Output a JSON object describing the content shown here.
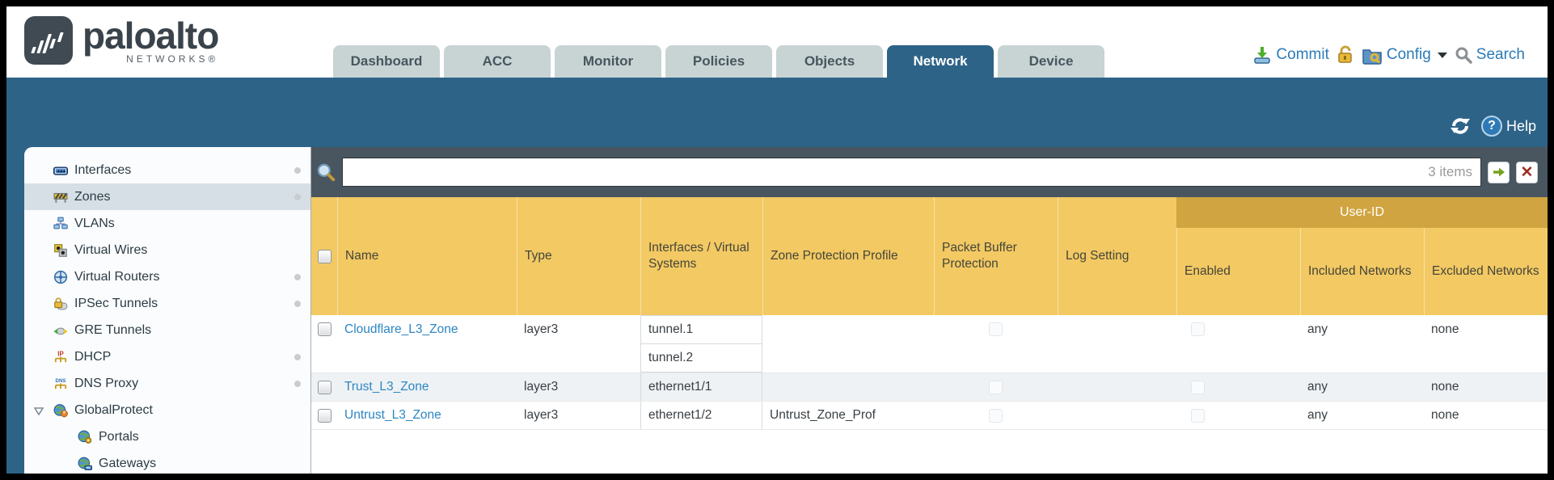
{
  "brand": {
    "name": "paloalto",
    "sub": "NETWORKS®"
  },
  "nav": {
    "tabs": [
      {
        "label": "Dashboard"
      },
      {
        "label": "ACC"
      },
      {
        "label": "Monitor"
      },
      {
        "label": "Policies"
      },
      {
        "label": "Objects"
      },
      {
        "label": "Network",
        "active": true
      },
      {
        "label": "Device"
      }
    ]
  },
  "top_actions": {
    "commit": {
      "label": "Commit",
      "icon": "commit-icon"
    },
    "lock": {
      "icon": "lock-icon"
    },
    "config": {
      "label": "Config",
      "icon": "config-icon"
    },
    "search": {
      "label": "Search",
      "icon": "search-icon"
    }
  },
  "band": {
    "help": "Help",
    "icons": [
      "refresh-icon",
      "help-icon"
    ]
  },
  "filter": {
    "value": "",
    "placeholder": "",
    "count": "3 items"
  },
  "sidebar": {
    "items": [
      {
        "label": "Interfaces",
        "icon": "interfaces-icon",
        "has_dot": true
      },
      {
        "label": "Zones",
        "icon": "zones-icon",
        "selected": true,
        "has_dot": true
      },
      {
        "label": "VLANs",
        "icon": "vlans-icon"
      },
      {
        "label": "Virtual Wires",
        "icon": "virtual-wires-icon"
      },
      {
        "label": "Virtual Routers",
        "icon": "virtual-routers-icon",
        "has_dot": true
      },
      {
        "label": "IPSec Tunnels",
        "icon": "ipsec-tunnels-icon",
        "has_dot": true
      },
      {
        "label": "GRE Tunnels",
        "icon": "gre-tunnels-icon"
      },
      {
        "label": "DHCP",
        "icon": "dhcp-icon",
        "has_dot": true
      },
      {
        "label": "DNS Proxy",
        "icon": "dns-proxy-icon",
        "has_dot": true
      },
      {
        "label": "GlobalProtect",
        "icon": "globalprotect-icon",
        "expanded": true
      },
      {
        "label": "Portals",
        "icon": "portals-icon",
        "indent": 1
      },
      {
        "label": "Gateways",
        "icon": "gateways-icon",
        "indent": 1
      }
    ]
  },
  "table": {
    "group_header": "User-ID",
    "headers": [
      "Name",
      "Type",
      "Interfaces / Virtual Systems",
      "Zone Protection Profile",
      "Packet Buffer Protection",
      "Log Setting",
      "Enabled",
      "Included Networks",
      "Excluded Networks"
    ],
    "rows": [
      {
        "name": "Cloudflare_L3_Zone",
        "type": "layer3",
        "interfaces": [
          "tunnel.1",
          "tunnel.2"
        ],
        "zone_protection_profile": "",
        "log_setting": "",
        "included_networks": "any",
        "excluded_networks": "none"
      },
      {
        "name": "Trust_L3_Zone",
        "type": "layer3",
        "interfaces": [
          "ethernet1/1"
        ],
        "zone_protection_profile": "",
        "log_setting": "",
        "included_networks": "any",
        "excluded_networks": "none"
      },
      {
        "name": "Untrust_L3_Zone",
        "type": "layer3",
        "interfaces": [
          "ethernet1/2"
        ],
        "zone_protection_profile": "Untrust_Zone_Prof",
        "log_setting": "",
        "included_networks": "any",
        "excluded_networks": "none"
      }
    ]
  },
  "colors": {
    "accent_teal": "#2e6388",
    "header_amber": "#f3c963",
    "group_amber": "#d0a440",
    "link_blue": "#2e86c1",
    "strip_slate": "#49565f"
  }
}
